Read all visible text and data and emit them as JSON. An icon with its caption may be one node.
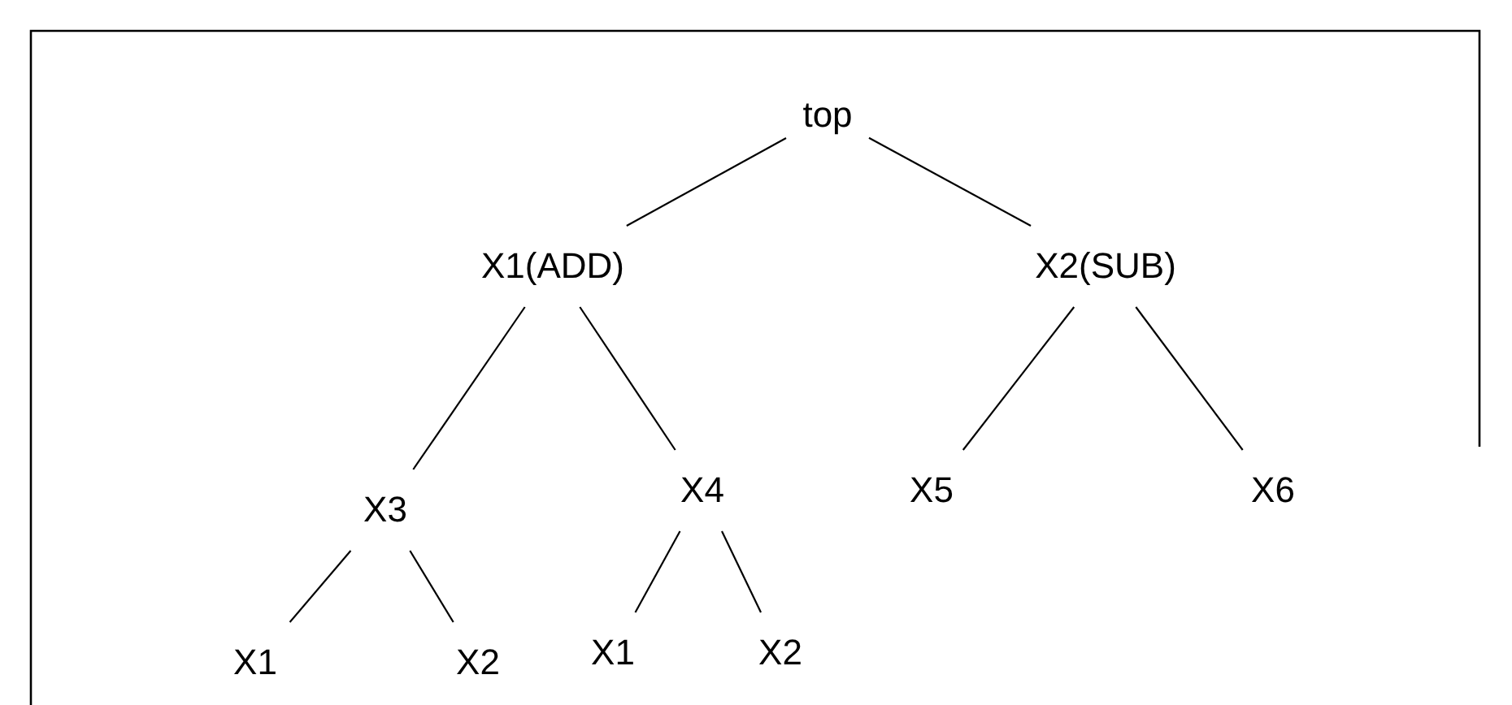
{
  "diagram": {
    "nodes": [
      {
        "text": [
          "top"
        ]
      },
      {
        "text": [
          "X1(ADD)"
        ]
      },
      {
        "text": [
          "X2(SUB)"
        ]
      },
      {
        "text": [
          "X3"
        ]
      },
      {
        "text": [
          "X4"
        ]
      },
      {
        "text": [
          "X5"
        ]
      },
      {
        "text": [
          "X6"
        ]
      },
      {
        "text": [
          "X1"
        ]
      },
      {
        "text": [
          "X2"
        ]
      },
      {
        "text": [
          "X1"
        ]
      },
      {
        "text": [
          "X2"
        ]
      }
    ],
    "edges": [
      {
        "from": 0,
        "to": 1,
        "arrow": "none"
      },
      {
        "from": 0,
        "to": 2,
        "arrow": "none"
      },
      {
        "from": 1,
        "to": 3,
        "arrow": "none"
      },
      {
        "from": 1,
        "to": 4,
        "arrow": "none"
      },
      {
        "from": 2,
        "to": 5,
        "arrow": "none"
      },
      {
        "from": 2,
        "to": 6,
        "arrow": "none"
      },
      {
        "from": 3,
        "to": 7,
        "arrow": "none"
      },
      {
        "from": 3,
        "to": 8,
        "arrow": "none"
      },
      {
        "from": 4,
        "to": 9,
        "arrow": "none"
      },
      {
        "from": 4,
        "to": 10,
        "arrow": "none"
      }
    ]
  }
}
